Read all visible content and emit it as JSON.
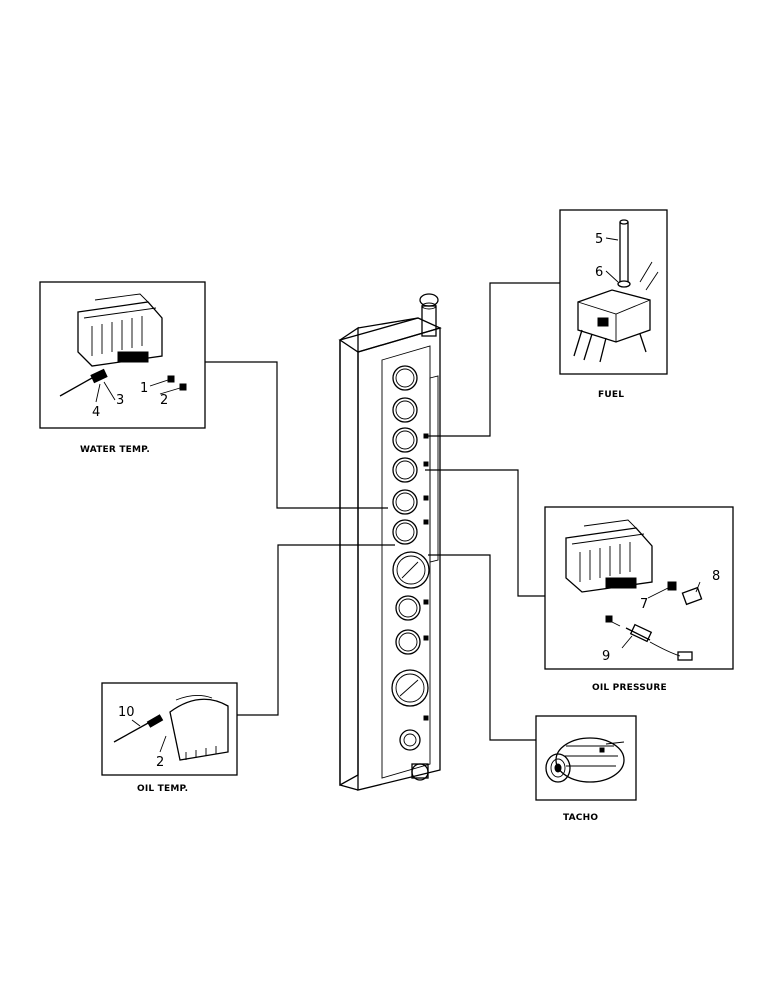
{
  "diagram": {
    "panels": {
      "water_temp": {
        "caption": "WATER TEMP.",
        "callouts": [
          "1",
          "2",
          "3",
          "4"
        ]
      },
      "fuel": {
        "caption": "FUEL",
        "callouts": [
          "5",
          "6"
        ]
      },
      "oil_pressure": {
        "caption": "OIL PRESSURE",
        "callouts": [
          "7",
          "8",
          "9"
        ]
      },
      "oil_temp": {
        "caption": "OIL TEMP.",
        "callouts": [
          "10",
          "2"
        ]
      },
      "tacho": {
        "caption": "TACHO",
        "callouts": []
      }
    },
    "colors": {
      "ink": "#000000",
      "paper": "#ffffff"
    }
  }
}
